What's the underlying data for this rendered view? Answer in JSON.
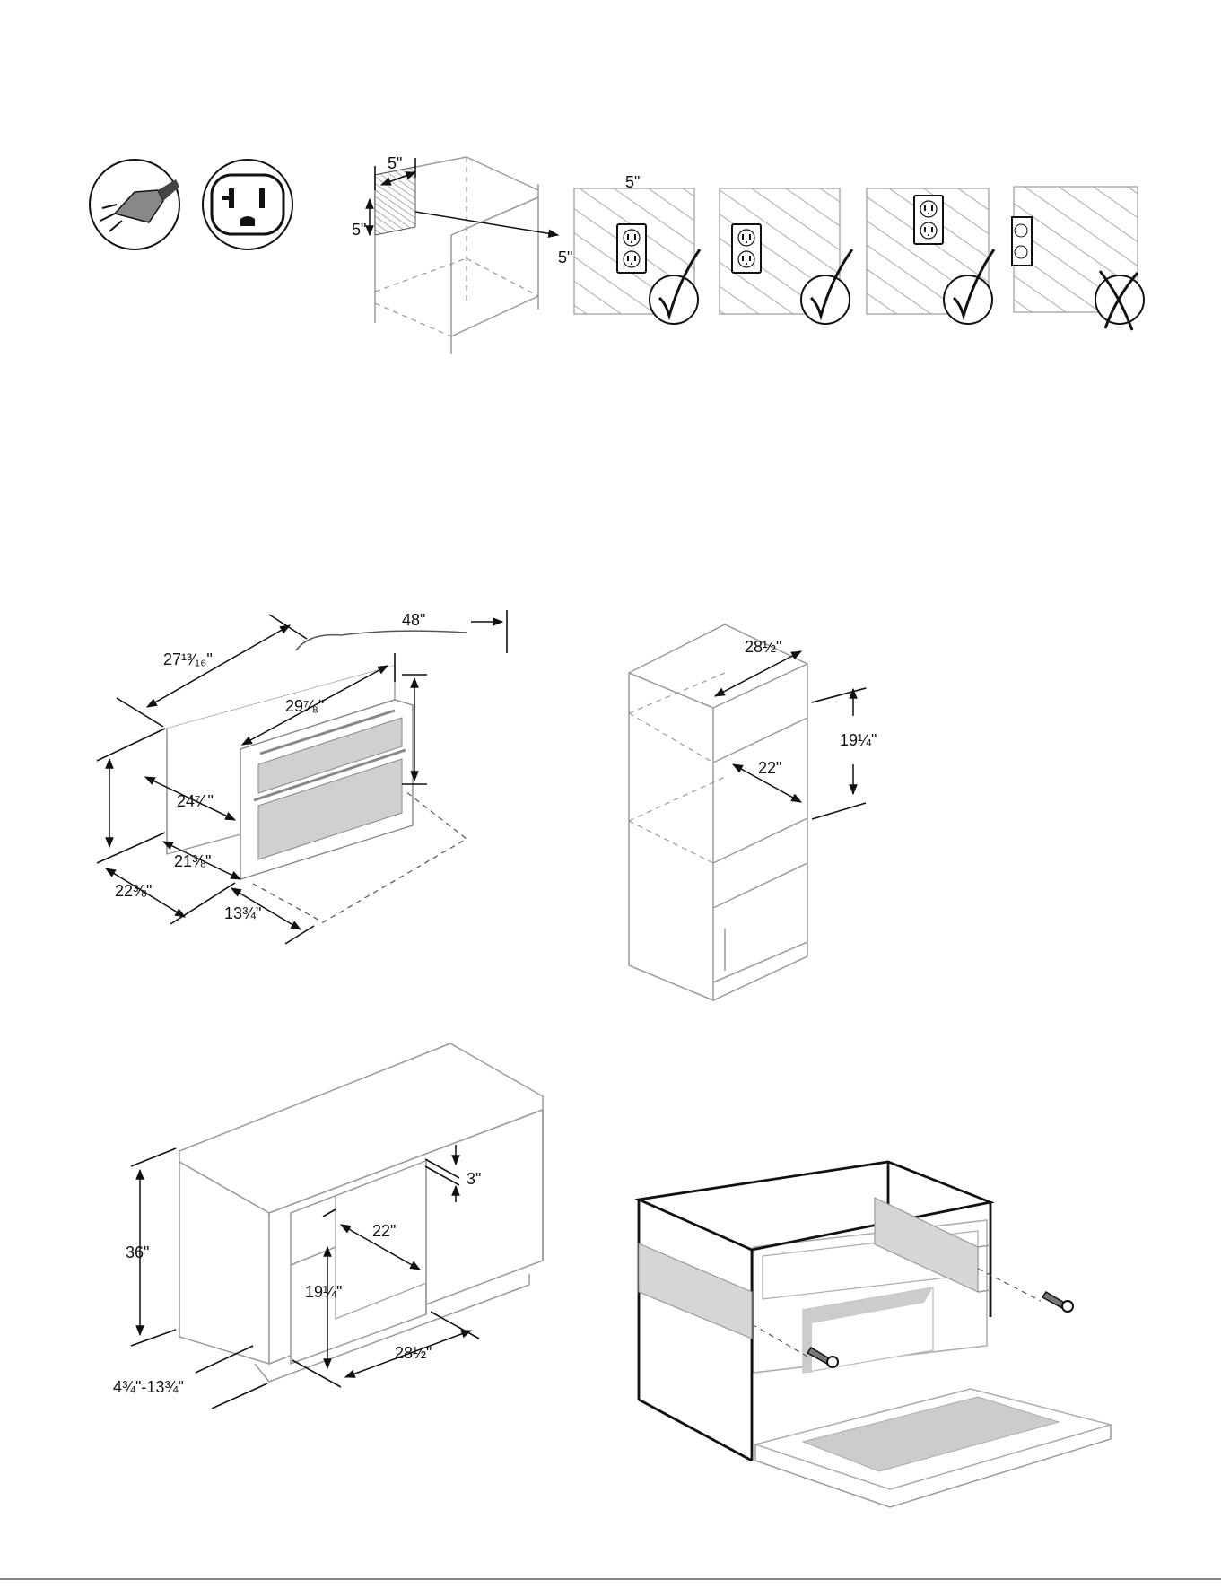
{
  "outlet_section": {
    "clearance_width": "5\"",
    "clearance_height": "5\"",
    "panel_width": "5\"",
    "panel_height": "5\"",
    "check_icons": [
      "checkmark-icon",
      "checkmark-icon",
      "checkmark-icon"
    ],
    "x_icon": "x-mark-icon"
  },
  "oven_dimensions": {
    "cord_length": "48\"",
    "depth_overall": "27¹³⁄₁₆\"",
    "width_front": "29⁷⁄₈\"",
    "height": "24⁷⁄ \"",
    "body_depth": "21⅜\"",
    "depth_total": "22⅜\"",
    "door_depth": "13¾\""
  },
  "wall_cabinet": {
    "width": "28½\"",
    "depth": "22\"",
    "height": "19¼\""
  },
  "base_cabinet": {
    "height": "36\"",
    "top_clearance": "3\"",
    "depth": "22\"",
    "cutout_height": "19¼\"",
    "cutout_width": "28½\"",
    "toe_kick": "4¾\"-13¾\""
  }
}
